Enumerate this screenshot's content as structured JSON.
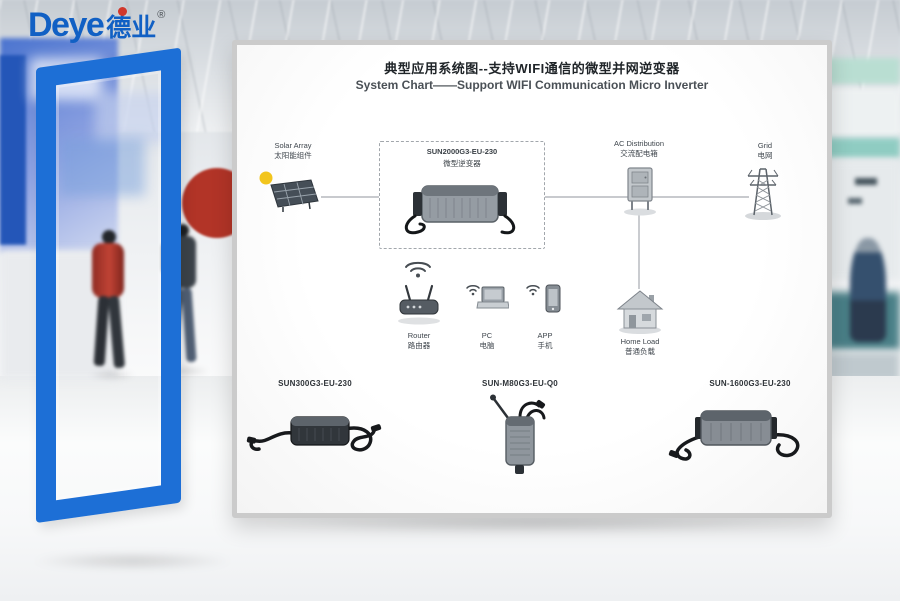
{
  "logo": {
    "brand": "Deye",
    "cn": "德业",
    "reg": "®"
  },
  "board": {
    "title_cn": "典型应用系统图--支持WIFI通信的微型并网逆变器",
    "title_en": "System Chart——Support WIFI Communication Micro Inverter",
    "nodes": {
      "solar": {
        "en": "Solar Array",
        "cn": "太阳能组件"
      },
      "inverter": {
        "model": "SUN2000G3-EU-230",
        "cn": "微型逆变器"
      },
      "ac": {
        "en": "AC Distribution",
        "cn": "交流配电箱"
      },
      "grid": {
        "en": "Grid",
        "cn": "电网"
      },
      "router": {
        "en": "Router",
        "cn": "路由器"
      },
      "pc": {
        "en": "PC",
        "cn": "电脑"
      },
      "app": {
        "en": "APP",
        "cn": "手机"
      },
      "home": {
        "en": "Home Load",
        "cn": "普通负载"
      }
    },
    "products": [
      {
        "model": "SUN300G3-EU-230"
      },
      {
        "model": "SUN-M80G3-EU-Q0"
      },
      {
        "model": "SUN-1600G3-EU-230"
      }
    ]
  },
  "colors": {
    "frame_blue": "#1d6fd6",
    "logo_blue": "#1160c4",
    "accent_red": "#b23427",
    "sun_yellow": "#f2c51d"
  }
}
